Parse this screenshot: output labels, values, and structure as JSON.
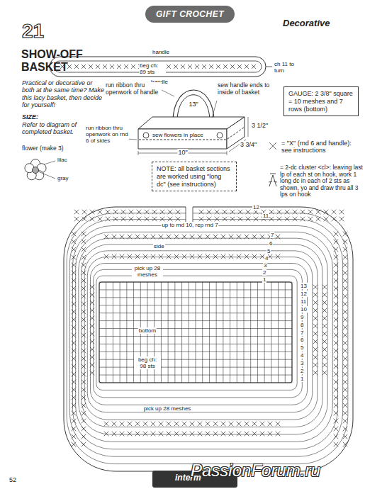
{
  "diagram": {
    "title": "SHOW-OFF BASKET",
    "nodes": [
      {
        "text": [
          "GIFT CROCHET"
        ]
      },
      {
        "text": [
          "GAUGE: 2 3/8\" square = 10 meshes and 7 rows (bottom)"
        ]
      },
      {
        "text": [
          "NOTE: all basket sections are worked using \"long dc\" (see instructions)"
        ]
      }
    ],
    "labels": [
      "21",
      "Practical or decorative or both at the same time? Make this lacy basket, then decide for yourself!",
      "SIZE:",
      "Refer to diagram of completed basket.",
      "Decorative",
      "handle",
      "beg ch: 89 sts",
      "ch 11 to turn",
      "handle",
      "run ribbon thru openwork of handle",
      "sew handle ends to inside of basket",
      "13\"",
      "sew flowers in place",
      "run ribbon thru openwork on rnd 6 of sides",
      "10\"",
      "3 3/4\"",
      "3 1/2\"",
      "flower (make 3)",
      "lilac",
      "gray",
      "12",
      "11",
      "up to rnd 10, rep rnd 7",
      "7",
      "6",
      "side",
      "5",
      "4",
      "3",
      "2",
      "1",
      "pick up 28 meshes",
      "bottom",
      "13",
      "12",
      "11",
      "10",
      "9",
      "8",
      "7",
      "6",
      "5",
      "4",
      "3",
      "2",
      "1",
      "beg ch: 98 sts",
      "pick up 28 meshes",
      "52",
      "interm",
      "PassionForum.ru"
    ],
    "legend": [
      {
        "text": "= \"X\" (rnd 6 and handle): see instructions"
      },
      {
        "text": "= 2-dc cluster <cl>: leaving last lp of each st on hook, work 1 long dc in each of 2 sts as shown, yo and draw thru all 3 lps on hook"
      }
    ]
  }
}
